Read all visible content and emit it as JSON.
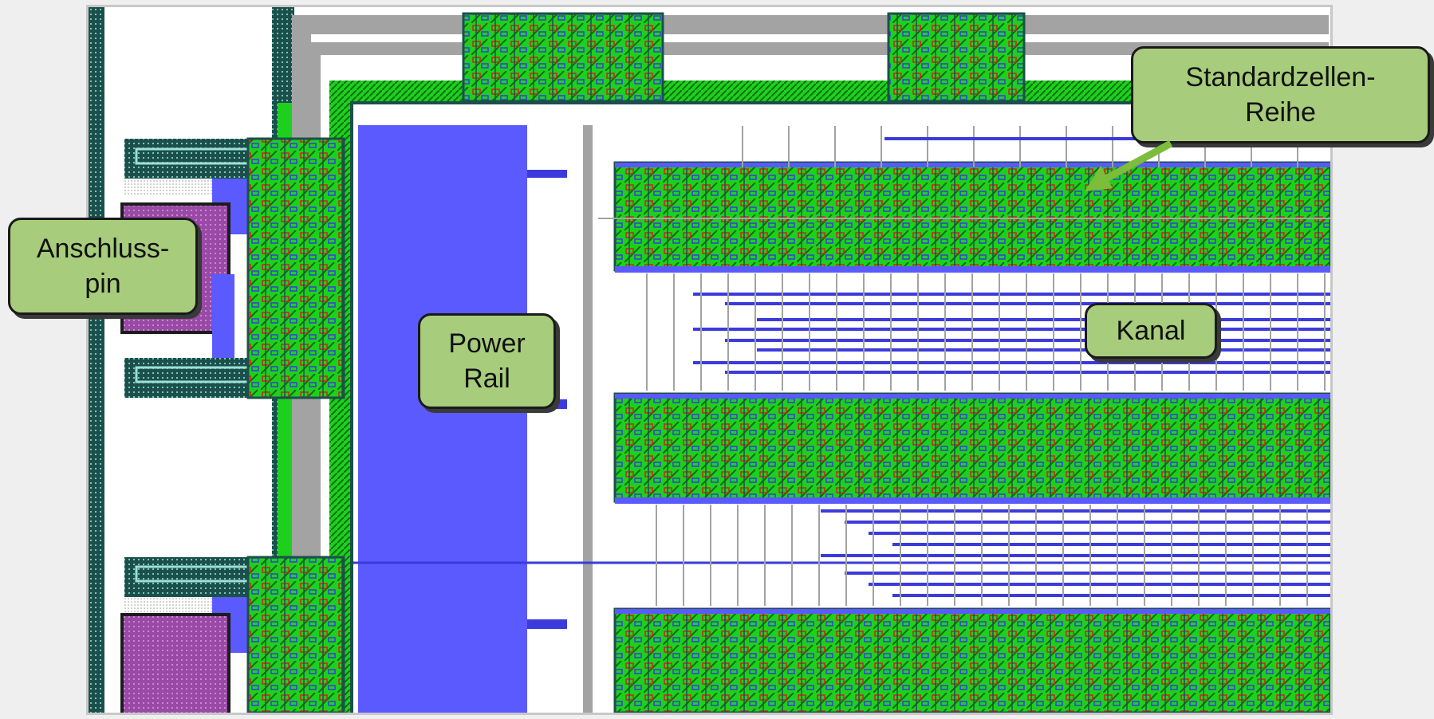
{
  "colors": {
    "power_rail": "#5a5aff",
    "metal_blue": "#3b3bdc",
    "wire_gray": "#a3a3a3",
    "poly_red": "#cc2222",
    "diffusion_green": "#1ed01e",
    "dark_teal": "#1c4f4b",
    "pin_magenta": "#9a4aa6",
    "callout_fill": "#a7cc7b",
    "callout_arrow": "#7cbd3b"
  },
  "callouts": {
    "anschlusspin": "Anschluss-\npin",
    "power_rail": "Power\nRail",
    "kanal": "Kanal",
    "standardzellen_reihe": "Standardzellen-\nReihe"
  }
}
